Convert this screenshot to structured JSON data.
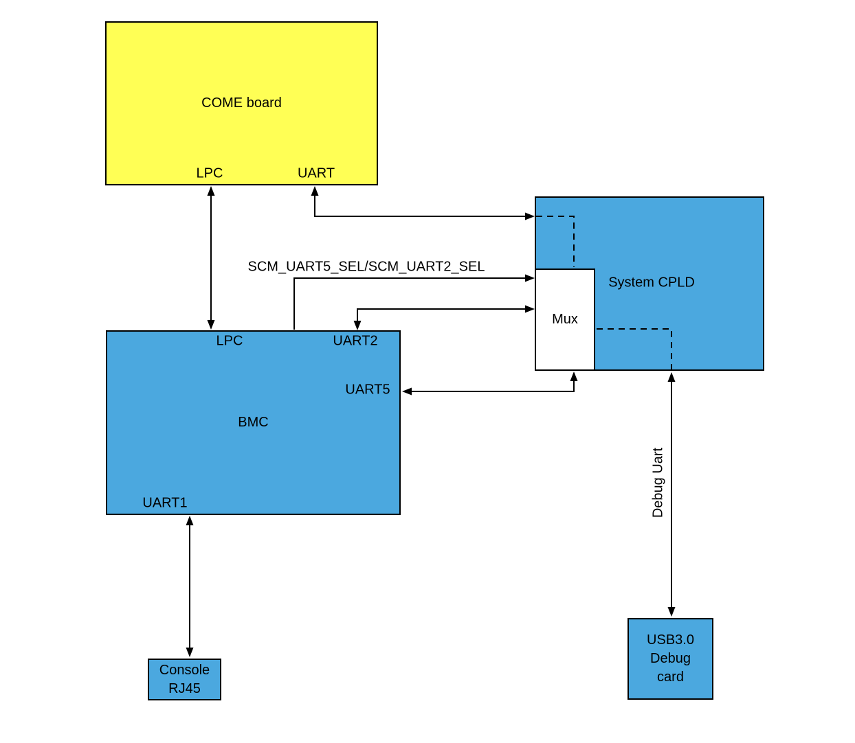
{
  "colors": {
    "blue": "#4BA8DF",
    "yellow": "#FFFF55",
    "mux_fill": "#FFFFFF",
    "line": "#000000"
  },
  "nodes": {
    "come_board": {
      "title": "COME board",
      "ports": {
        "lpc": "LPC",
        "uart": "UART"
      }
    },
    "bmc": {
      "title": "BMC",
      "ports": {
        "lpc": "LPC",
        "uart2": "UART2",
        "uart5": "UART5",
        "uart1": "UART1"
      }
    },
    "system_cpld": {
      "title": "System CPLD"
    },
    "mux": {
      "title": "Mux"
    },
    "console_rj45": {
      "title": "Console\nRJ45"
    },
    "usb_debug_card": {
      "title": "USB3.0\nDebug\ncard"
    }
  },
  "edges": {
    "scm_sel": {
      "label": "SCM_UART5_SEL/SCM_UART2_SEL"
    },
    "debug_uart": {
      "label": "Debug Uart"
    }
  }
}
